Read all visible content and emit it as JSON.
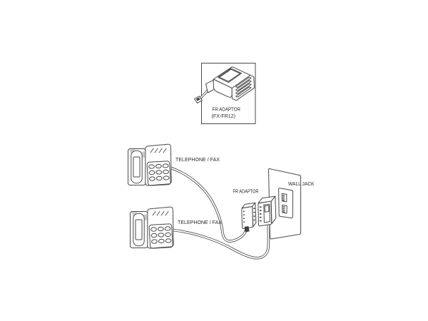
{
  "diagram": {
    "callout": {
      "title": "FR ADAPTOR",
      "subtitle": "(FX-FR12)"
    },
    "labels": {
      "telephone_fax_top": "TELEPHONE / FAX",
      "telephone_fax_bottom": "TELEPHONE / FAX",
      "fr_adaptor": "FR ADAPTOR",
      "wall_jack": "WALL JACK"
    },
    "colors": {
      "line": "#4a4a4a",
      "text": "#2b2b2b",
      "background": "#ffffff",
      "plug": "#3f3f3f"
    }
  }
}
